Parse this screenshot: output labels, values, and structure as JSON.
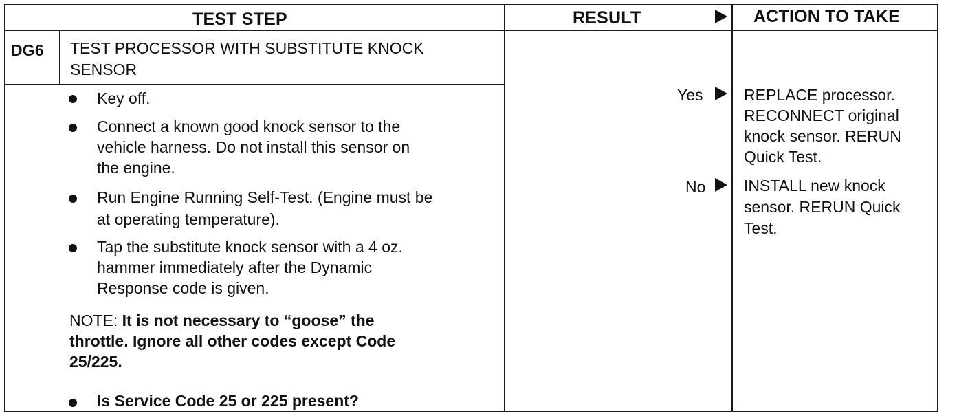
{
  "headers": {
    "test_step": "TEST STEP",
    "result": "RESULT",
    "action": "ACTION TO TAKE"
  },
  "step": {
    "code": "DG6",
    "title_line1": "TEST PROCESSOR WITH SUBSTITUTE KNOCK",
    "title_line2": "SENSOR"
  },
  "instructions": {
    "b1_l1": "Key off.",
    "b2_l1": "Connect a known good knock sensor to the",
    "b2_l2": "vehicle harness. Do not install this sensor on",
    "b2_l3": "the engine.",
    "b3_l1": "Run Engine Running Self-Test. (Engine must be",
    "b3_l2": "at operating temperature).",
    "b4_l1": "Tap the substitute knock sensor with a 4 oz.",
    "b4_l2": "hammer immediately after the Dynamic",
    "b4_l3": "Response code is given.",
    "note_prefix": "NOTE:",
    "note_l1": "It is not necessary to “goose” the",
    "note_l2": "throttle. Ignore all other codes except Code",
    "note_l3": "25/225.",
    "question": "Is Service Code 25 or 225 present?"
  },
  "results": {
    "yes": "Yes",
    "no": "No"
  },
  "actions": {
    "yes_l1": "REPLACE processor.",
    "yes_l2": "RECONNECT original",
    "yes_l3": "knock sensor. RERUN",
    "yes_l4": "Quick Test.",
    "no_l1": "INSTALL new knock",
    "no_l2": "sensor. RERUN Quick",
    "no_l3": "Test."
  },
  "icons": [
    "bullet-dot-icon",
    "right-triangle-arrow-icon"
  ]
}
